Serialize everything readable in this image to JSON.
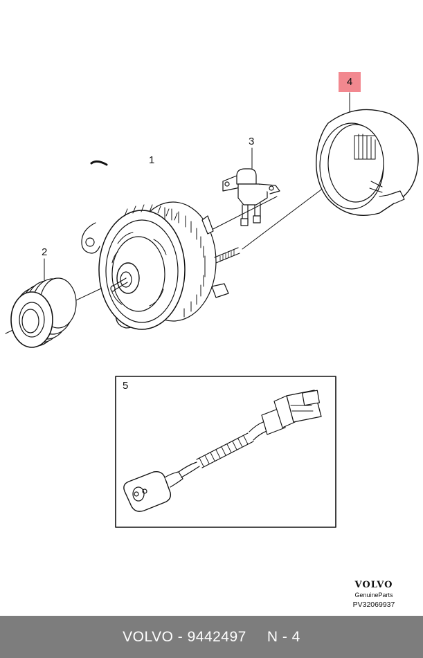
{
  "callouts": {
    "c1": "1",
    "c2": "2",
    "c3": "3",
    "c4": "4",
    "c5": "5"
  },
  "highlight_color": "#f2888f",
  "brand": {
    "logo": "VOLVO",
    "subtitle": "GenuineParts",
    "code": "PV32069937"
  },
  "footer": {
    "text": "VOLVO - 9442497",
    "suffix": "N - 4"
  },
  "footer_color": "#7d7d7d"
}
